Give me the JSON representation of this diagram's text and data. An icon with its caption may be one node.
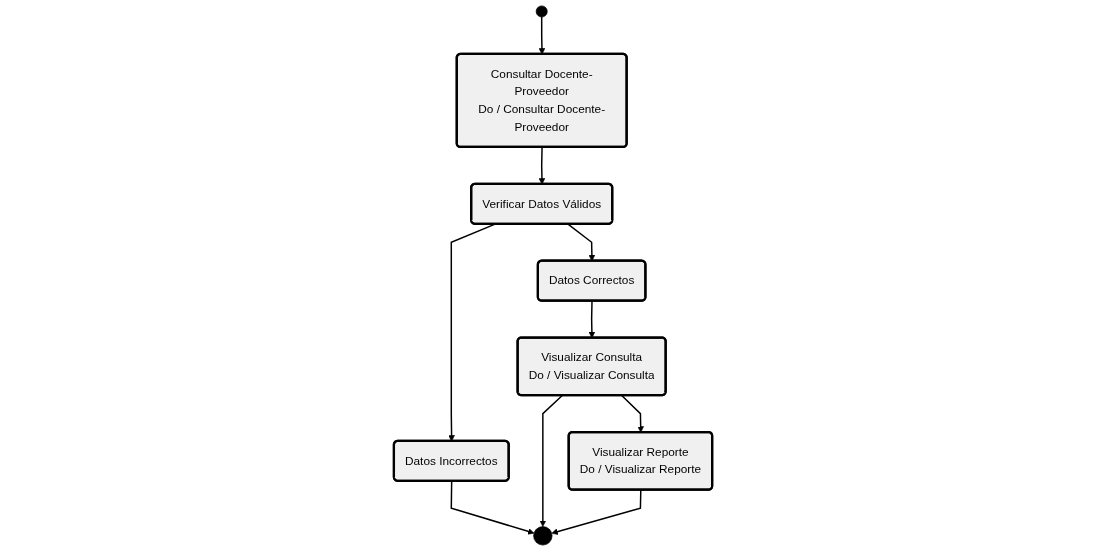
{
  "diagram": {
    "nodes": [
      {
        "text": [],
        "shape": "circle"
      },
      {
        "text": [
          "Consultar Docente-Proveedor",
          "Do / Consultar Docente-Proveedor"
        ]
      },
      {
        "text": [
          "Datos Correctos"
        ]
      },
      {
        "text": [
          "Verificar Datos Válidos"
        ]
      },
      {
        "text": [
          "Datos Incorrectos"
        ]
      },
      {
        "text": [
          "Visualizar Consulta",
          "Do / Visualizar Consulta"
        ]
      },
      {
        "text": [
          "Visualizar Reporte",
          "Do / Visualizar Reporte"
        ]
      },
      {
        "text": [],
        "shape": "circle"
      }
    ],
    "edges": [
      {
        "from": 0,
        "to": 1,
        "arrow": "to"
      },
      {
        "from": 1,
        "to": 3,
        "arrow": "to"
      },
      {
        "from": 3,
        "to": 2,
        "arrow": "to"
      },
      {
        "from": 3,
        "to": 4,
        "arrow": "to"
      },
      {
        "from": 2,
        "to": 5,
        "arrow": "to"
      },
      {
        "from": 4,
        "to": 7,
        "arrow": "to"
      },
      {
        "from": 5,
        "to": 7,
        "arrow": "to"
      },
      {
        "from": 5,
        "to": 6,
        "arrow": "to"
      },
      {
        "from": 6,
        "to": 7,
        "arrow": "to"
      }
    ]
  }
}
